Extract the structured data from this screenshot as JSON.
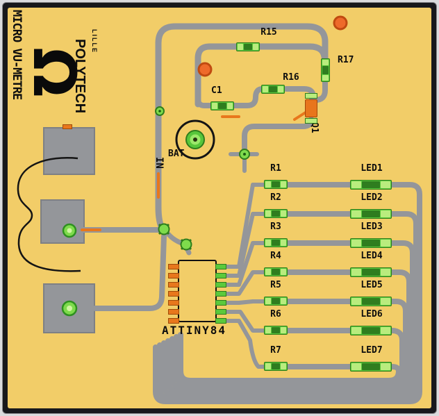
{
  "pcb": {
    "silkscreen": {
      "title": "MICRO VU-METRE",
      "brand": "POLYTECH",
      "brand_city": "LILLE",
      "logo_glyph": "Ω"
    },
    "components": {
      "ic_label": "ATTINY84",
      "battery_label": "BAT",
      "input_label": "IN",
      "transistor_label": "Q1",
      "capacitor_label": "C1",
      "top_resistors": [
        "R15",
        "R16",
        "R17"
      ]
    },
    "channels": [
      {
        "resistor": "R1",
        "led": "LED1"
      },
      {
        "resistor": "R2",
        "led": "LED2"
      },
      {
        "resistor": "R3",
        "led": "LED3"
      },
      {
        "resistor": "R4",
        "led": "LED4"
      },
      {
        "resistor": "R5",
        "led": "LED5"
      },
      {
        "resistor": "R6",
        "led": "LED6"
      },
      {
        "resistor": "R7",
        "led": "LED7"
      }
    ],
    "colors": {
      "board": "#F2CD68",
      "bottom_copper": "#94969A",
      "top_copper": "#E8771C",
      "pad_green": "#5BC93C",
      "pad_green_light": "#B9EC7E",
      "pad_core_green": "#2F7D1F",
      "via_orange": "#EE6A2A",
      "silkscreen": "#111111",
      "frame": "#17181C"
    }
  }
}
